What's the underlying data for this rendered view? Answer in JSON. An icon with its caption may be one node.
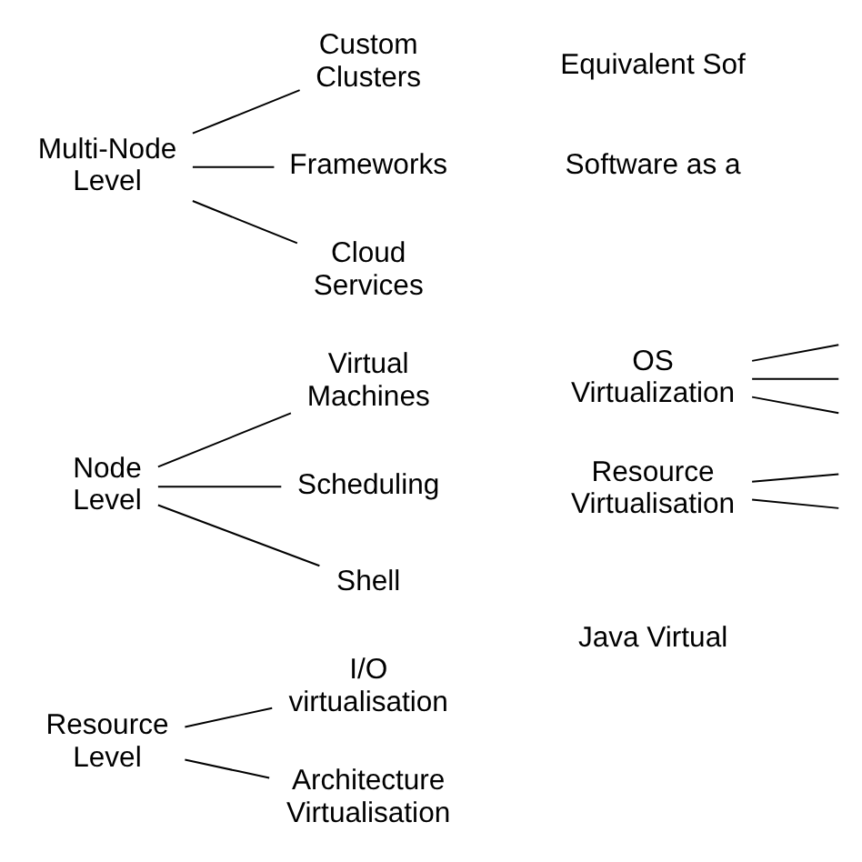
{
  "diagram": {
    "nodes": [
      {
        "text": [
          "Multi-Node Level"
        ]
      },
      {
        "text": [
          "Custom Clusters"
        ]
      },
      {
        "text": [
          "Frameworks"
        ]
      },
      {
        "text": [
          "Cloud Services"
        ]
      },
      {
        "text": [
          "Node Level"
        ]
      },
      {
        "text": [
          "Virtual Machines"
        ]
      },
      {
        "text": [
          "Scheduling"
        ]
      },
      {
        "text": [
          "Shell"
        ]
      },
      {
        "text": [
          "Resource Level"
        ]
      },
      {
        "text": [
          "I/O virtualisation"
        ]
      },
      {
        "text": [
          "Architecture Virtualisation"
        ]
      },
      {
        "text": [
          "OS Virtualization"
        ]
      },
      {
        "text": [
          "Resource Virtualisation"
        ]
      }
    ],
    "edges": [
      {
        "from": 0,
        "to": 1,
        "arrow": "none"
      },
      {
        "from": 0,
        "to": 2,
        "arrow": "none"
      },
      {
        "from": 0,
        "to": 3,
        "arrow": "none"
      },
      {
        "from": 4,
        "to": 5,
        "arrow": "none"
      },
      {
        "from": 4,
        "to": 6,
        "arrow": "none"
      },
      {
        "from": 4,
        "to": 7,
        "arrow": "none"
      },
      {
        "from": 8,
        "to": 9,
        "arrow": "none"
      },
      {
        "from": 8,
        "to": 10,
        "arrow": "none"
      },
      {
        "from": 11,
        "to": null,
        "arrow": "none"
      },
      {
        "from": 11,
        "to": null,
        "arrow": "none"
      },
      {
        "from": 11,
        "to": null,
        "arrow": "none"
      },
      {
        "from": 12,
        "to": null,
        "arrow": "none"
      },
      {
        "from": 12,
        "to": null,
        "arrow": "none"
      }
    ],
    "labels": [
      "Equivalent Sof",
      "Software as a",
      "Java Virtual"
    ]
  }
}
